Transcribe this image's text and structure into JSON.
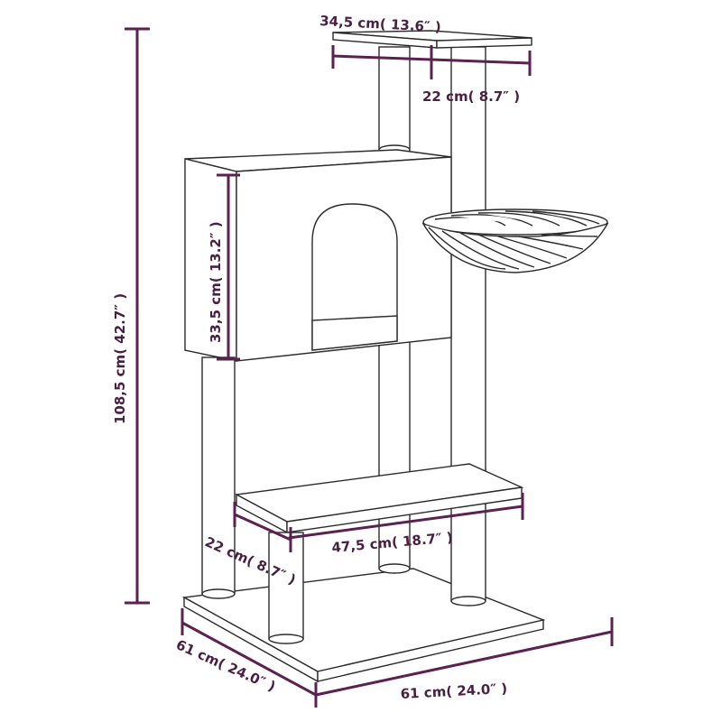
{
  "colors": {
    "dimension": "#5b2150",
    "dimension_text": "#4a1f44",
    "outline": "#2b2b2b",
    "background": "#ffffff"
  },
  "dimensions": {
    "top_width": "34,5 cm( 13.6″ )",
    "top_depth": "22 cm( 8.7″ )",
    "box_height": "33,5 cm( 13.2″ )",
    "total_height": "108,5 cm( 42.7″ )",
    "platform_width": "47,5 cm( 18.7″ )",
    "platform_depth": "22 cm( 8.7″ )",
    "base_depth": "61 cm( 24.0″ )",
    "base_width": "61 cm( 24.0″ )"
  }
}
